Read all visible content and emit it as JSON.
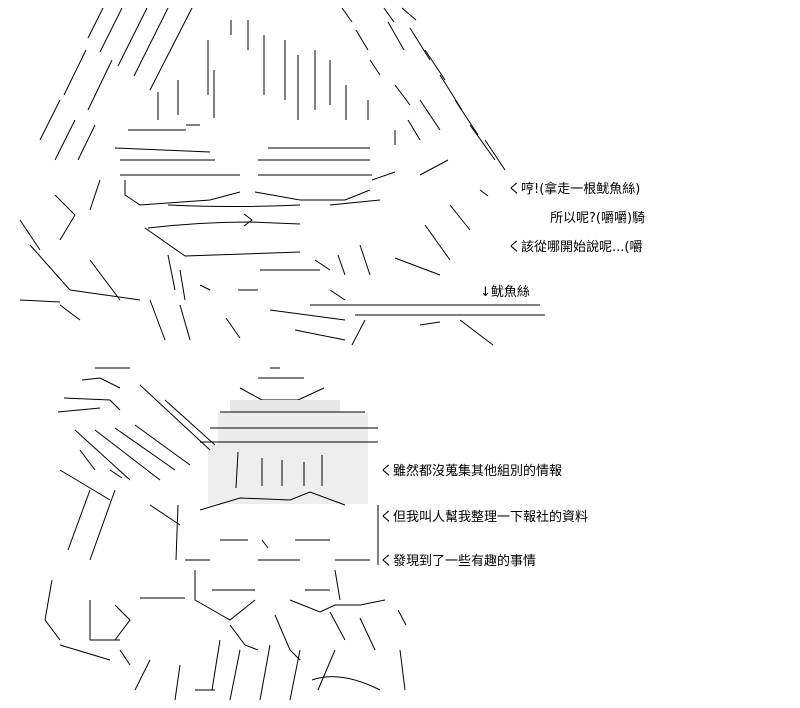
{
  "top_panel": {
    "lines": [
      "く哼!(拿走一根鱿魚絲)",
      "所以呢?(嚼嚼)騎",
      "く該從哪開始說呢...(嚼",
      "↓鱿魚絲"
    ]
  },
  "bottom_panel": {
    "lines": [
      "く雖然都沒蒐集其他組別的情報",
      "く但我叫人幫我整理一下報社的資料",
      "く發現到了一些有趣的事情"
    ]
  }
}
